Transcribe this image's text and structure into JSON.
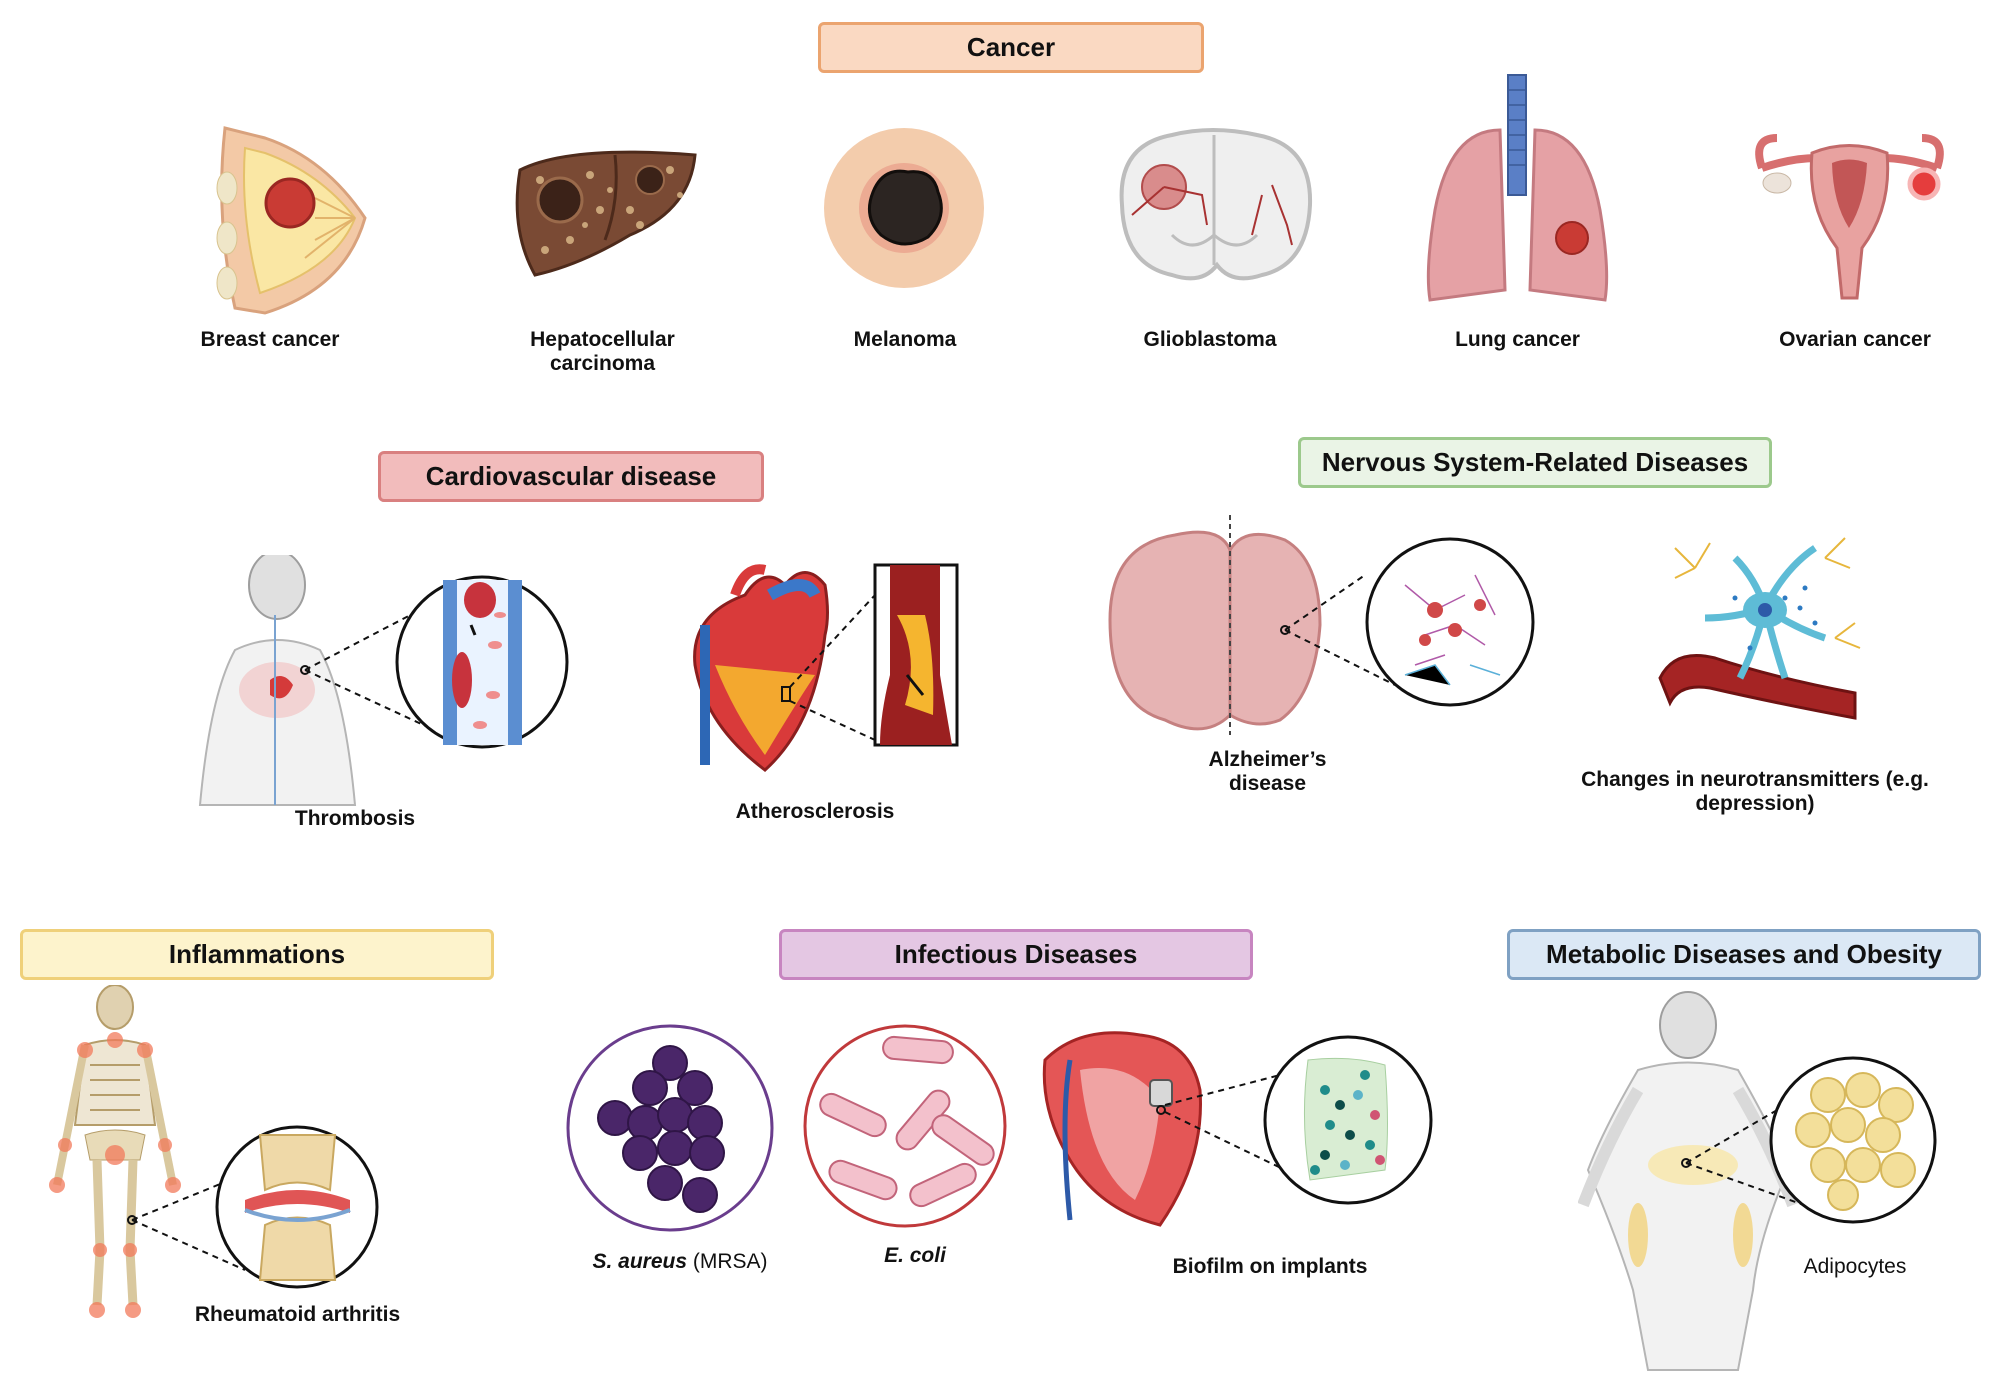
{
  "sections": {
    "cancer": {
      "title": "Cancer",
      "items": [
        "Breast cancer",
        "Hepatocellular carcinoma",
        "Melanoma",
        "Glioblastoma",
        "Lung cancer",
        "Ovarian cancer"
      ]
    },
    "cardiovascular": {
      "title": "Cardiovascular disease",
      "items": [
        "Thrombosis",
        "Atherosclerosis"
      ]
    },
    "nervous": {
      "title": "Nervous System-Related Diseases",
      "items": [
        "Alzheimer’s disease",
        "Changes in neurotransmitters (e.g. depression)"
      ]
    },
    "inflammations": {
      "title": "Inflammations",
      "items": [
        "Rheumatoid arthritis"
      ]
    },
    "infectious": {
      "title": "Infectious Diseases",
      "items": [
        {
          "italic": "S. aureus",
          "rest": " (MRSA)"
        },
        {
          "italic": "E. coli",
          "rest": ""
        },
        {
          "italic": "",
          "rest": "Biofilm on implants"
        }
      ]
    },
    "metabolic": {
      "title": "Metabolic Diseases and Obesity",
      "items": [
        "Adipocytes"
      ]
    }
  },
  "colors": {
    "cancer": {
      "fill": "#fad9c2",
      "border": "#eba46f"
    },
    "cardiovascular": {
      "fill": "#f2bcbc",
      "border": "#d98080"
    },
    "nervous": {
      "fill": "#eaf4e6",
      "border": "#9cc98c"
    },
    "inflammations": {
      "fill": "#fdf3cc",
      "border": "#efd07a"
    },
    "infectious": {
      "fill": "#e4c7e3",
      "border": "#c785c0"
    },
    "metabolic": {
      "fill": "#dbe8f5",
      "border": "#7fa1c3"
    }
  },
  "icons": {
    "breast_cancer": "breast-tumor-icon",
    "hepatocellular": "liver-tumor-icon",
    "melanoma": "melanoma-lesion-icon",
    "glioblastoma": "brain-tumor-icon",
    "lung_cancer": "lung-tumor-icon",
    "ovarian_cancer": "uterus-ovary-tumor-icon",
    "thrombosis": "body-blood-clot-icon",
    "atherosclerosis": "heart-plaque-icon",
    "alzheimers": "brain-plaques-icon",
    "neurotransmitters": "neuron-vessel-icon",
    "rheumatoid": "skeleton-joint-icon",
    "s_aureus": "staph-cluster-icon",
    "e_coli": "rod-bacteria-icon",
    "biofilm": "heart-implant-biofilm-icon",
    "adipocytes": "obese-body-fat-cells-icon"
  }
}
